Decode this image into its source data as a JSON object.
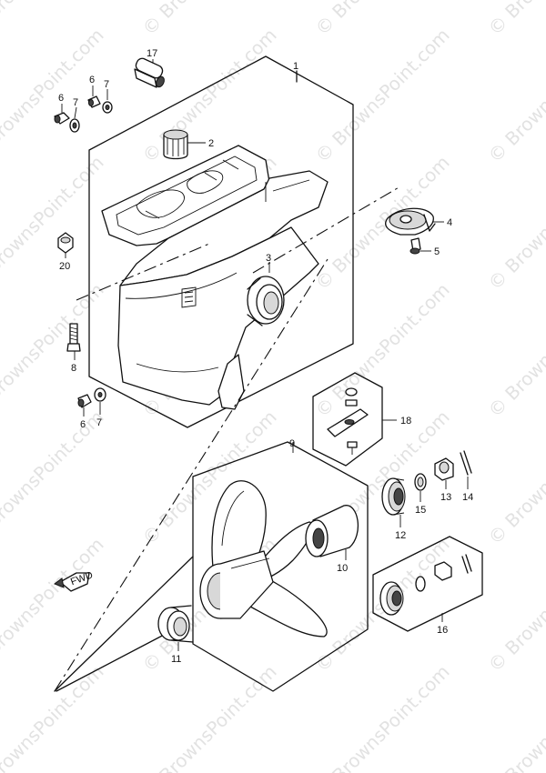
{
  "watermark": {
    "text": "© BrownsPoint.com",
    "color": "#d9d9d9"
  },
  "fwd_badge": {
    "text": "FWD"
  },
  "callouts": [
    {
      "id": "c1",
      "label": "1"
    },
    {
      "id": "c2",
      "label": "2"
    },
    {
      "id": "c3",
      "label": "3"
    },
    {
      "id": "c4",
      "label": "4"
    },
    {
      "id": "c5",
      "label": "5"
    },
    {
      "id": "c6a",
      "label": "6"
    },
    {
      "id": "c6b",
      "label": "6"
    },
    {
      "id": "c6c",
      "label": "6"
    },
    {
      "id": "c7a",
      "label": "7"
    },
    {
      "id": "c7b",
      "label": "7"
    },
    {
      "id": "c7c",
      "label": "7"
    },
    {
      "id": "c8",
      "label": "8"
    },
    {
      "id": "c9",
      "label": "9"
    },
    {
      "id": "c10",
      "label": "10"
    },
    {
      "id": "c11",
      "label": "11"
    },
    {
      "id": "c12",
      "label": "12"
    },
    {
      "id": "c13",
      "label": "13"
    },
    {
      "id": "c14",
      "label": "14"
    },
    {
      "id": "c15",
      "label": "15"
    },
    {
      "id": "c16",
      "label": "16"
    },
    {
      "id": "c17",
      "label": "17"
    },
    {
      "id": "c18",
      "label": "18"
    },
    {
      "id": "c20",
      "label": "20"
    }
  ]
}
